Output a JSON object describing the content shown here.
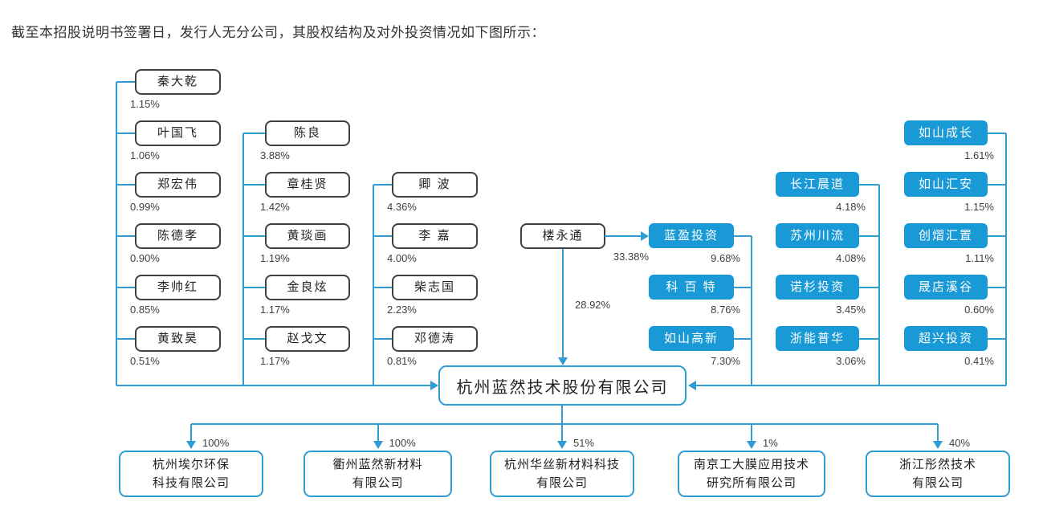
{
  "intro": {
    "text": "截至本招股说明书签署日，发行人无分公司，其股权结构及对外投资情况如下图所示："
  },
  "company": {
    "name": "杭州蓝然技术股份有限公司"
  },
  "controlling_shareholder": {
    "name": "楼永通",
    "stake_in_lanying_pct": "33.38%",
    "stake_in_company_pct": "28.92%"
  },
  "individual_shareholder_columns": [
    {
      "items": [
        {
          "name": "秦大乾",
          "pct": "1.15%"
        },
        {
          "name": "叶国飞",
          "pct": "1.06%"
        },
        {
          "name": "郑宏伟",
          "pct": "0.99%"
        },
        {
          "name": "陈德孝",
          "pct": "0.90%"
        },
        {
          "name": "李帅红",
          "pct": "0.85%"
        },
        {
          "name": "黄致昊",
          "pct": "0.51%"
        }
      ]
    },
    {
      "items": [
        {
          "name": "陈良",
          "pct": "3.88%"
        },
        {
          "name": "章桂贤",
          "pct": "1.42%"
        },
        {
          "name": "黄琰画",
          "pct": "1.19%"
        },
        {
          "name": "金良炫",
          "pct": "1.17%"
        },
        {
          "name": "赵戈文",
          "pct": "1.17%"
        }
      ]
    },
    {
      "items": [
        {
          "name": "卿 波",
          "pct": "4.36%"
        },
        {
          "name": "李 嘉",
          "pct": "4.00%"
        },
        {
          "name": "柴志国",
          "pct": "2.23%"
        },
        {
          "name": "邓德涛",
          "pct": "0.81%"
        }
      ]
    }
  ],
  "institutional_shareholder_columns": [
    {
      "items": [
        {
          "name": "蓝盈投资",
          "pct": "9.68%"
        },
        {
          "name": "科 百 特",
          "pct": "8.76%"
        },
        {
          "name": "如山高新",
          "pct": "7.30%"
        }
      ]
    },
    {
      "items": [
        {
          "name": "长江晨道",
          "pct": "4.18%"
        },
        {
          "name": "苏州川流",
          "pct": "4.08%"
        },
        {
          "name": "诺杉投资",
          "pct": "3.45%"
        },
        {
          "name": "浙能普华",
          "pct": "3.06%"
        }
      ]
    },
    {
      "items": [
        {
          "name": "如山成长",
          "pct": "1.61%"
        },
        {
          "name": "如山汇安",
          "pct": "1.15%"
        },
        {
          "name": "创熠汇置",
          "pct": "1.11%"
        },
        {
          "name": "晟店溪谷",
          "pct": "0.60%"
        },
        {
          "name": "超兴投资",
          "pct": "0.41%"
        }
      ]
    }
  ],
  "subsidiaries": [
    {
      "name": "杭州埃尔环保\n科技有限公司",
      "pct": "100%"
    },
    {
      "name": "衢州蓝然新材料\n有限公司",
      "pct": "100%"
    },
    {
      "name": "杭州华丝新材料科技\n有限公司",
      "pct": "51%"
    },
    {
      "name": "南京工大膜应用技术\n研究所有限公司",
      "pct": "1%"
    },
    {
      "name": "浙江彤然技术\n有限公司",
      "pct": "40%"
    }
  ],
  "colors": {
    "line_blue": "#2f9cd3",
    "investor_box_blue": "#199ad6",
    "person_box_border": "#3f3f3f",
    "text": "#333333"
  }
}
